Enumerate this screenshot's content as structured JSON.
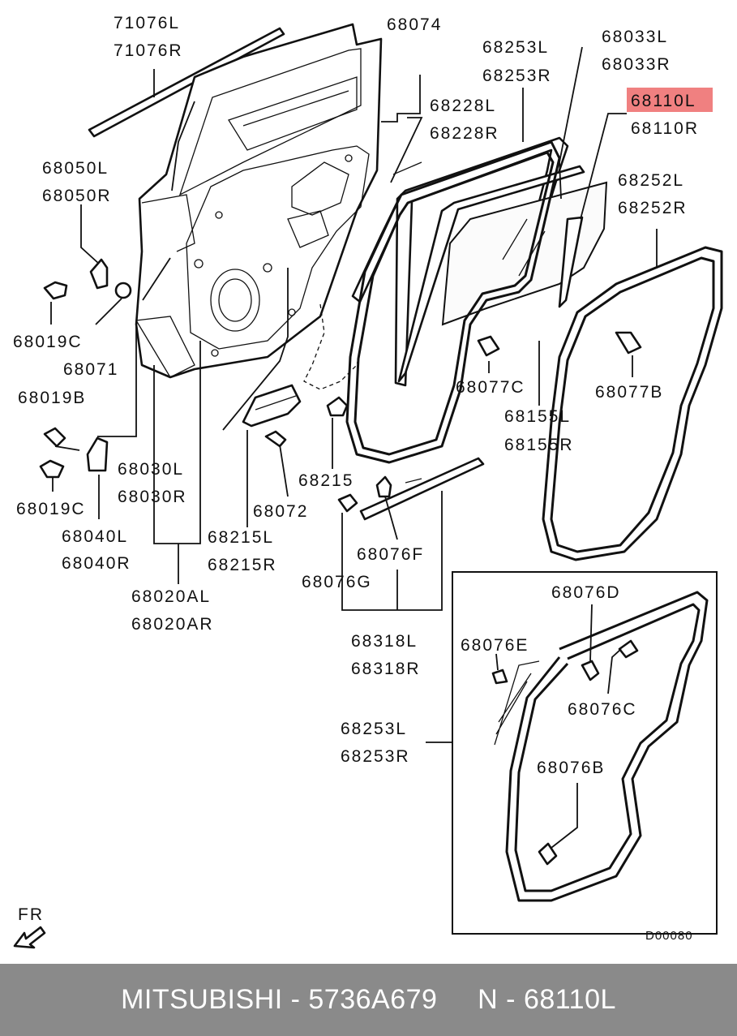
{
  "diagram_code": "D00080",
  "direction_label": "FR",
  "labels": {
    "p71076L": "71076L",
    "p71076R": "71076R",
    "p68074": "68074",
    "p68253L": "68253L",
    "p68253R": "68253R",
    "p68033L": "68033L",
    "p68033R": "68033R",
    "p68110L": "68110L",
    "p68110R": "68110R",
    "p68228L": "68228L",
    "p68228R": "68228R",
    "p68050L": "68050L",
    "p68050R": "68050R",
    "p68252L": "68252L",
    "p68252R": "68252R",
    "p68019C_a": "68019C",
    "p68071": "68071",
    "p68019B": "68019B",
    "p68077C": "68077C",
    "p68077B": "68077B",
    "p68155L": "68155L",
    "p68155R": "68155R",
    "p68019C_b": "68019C",
    "p68030L": "68030L",
    "p68030R": "68030R",
    "p68215": "68215",
    "p68072": "68072",
    "p68040L": "68040L",
    "p68040R": "68040R",
    "p68215L": "68215L",
    "p68215R": "68215R",
    "p68076F": "68076F",
    "p68076G": "68076G",
    "p68020AL": "68020AL",
    "p68020AR": "68020AR",
    "p68318L": "68318L",
    "p68318R": "68318R",
    "p68076D": "68076D",
    "p68076E": "68076E",
    "p68076C": "68076C",
    "p68253L_b": "68253L",
    "p68253R_b": "68253R",
    "p68076B": "68076B"
  },
  "highlight": {
    "part": "68110L",
    "color": "#f08080"
  },
  "footer": {
    "brand": "MITSUBISHI",
    "sep1": " - ",
    "part_number": "5736A679",
    "gap": "     ",
    "ref_prefix": "N",
    "sep2": " - ",
    "ref": "68110L"
  }
}
